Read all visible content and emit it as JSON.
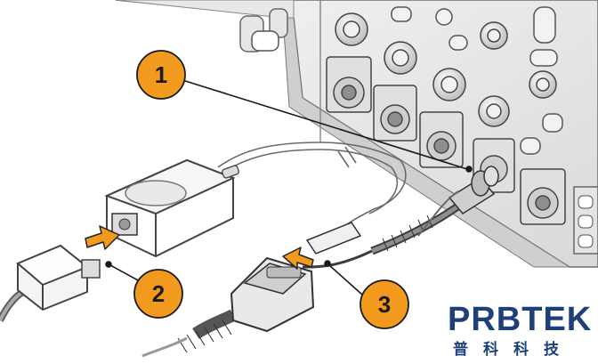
{
  "callouts": [
    {
      "number": "1"
    },
    {
      "number": "2"
    },
    {
      "number": "3"
    }
  ],
  "logo": {
    "brand": "PRBTEK",
    "subtitle": "普科科技"
  },
  "colors": {
    "callout_fill": "#f29a1e",
    "callout_stroke": "#1a1a1a",
    "arrow_fill": "#f29a1e",
    "logo_text": "#1d3f7a",
    "logo_accent": "#f29a1e"
  }
}
